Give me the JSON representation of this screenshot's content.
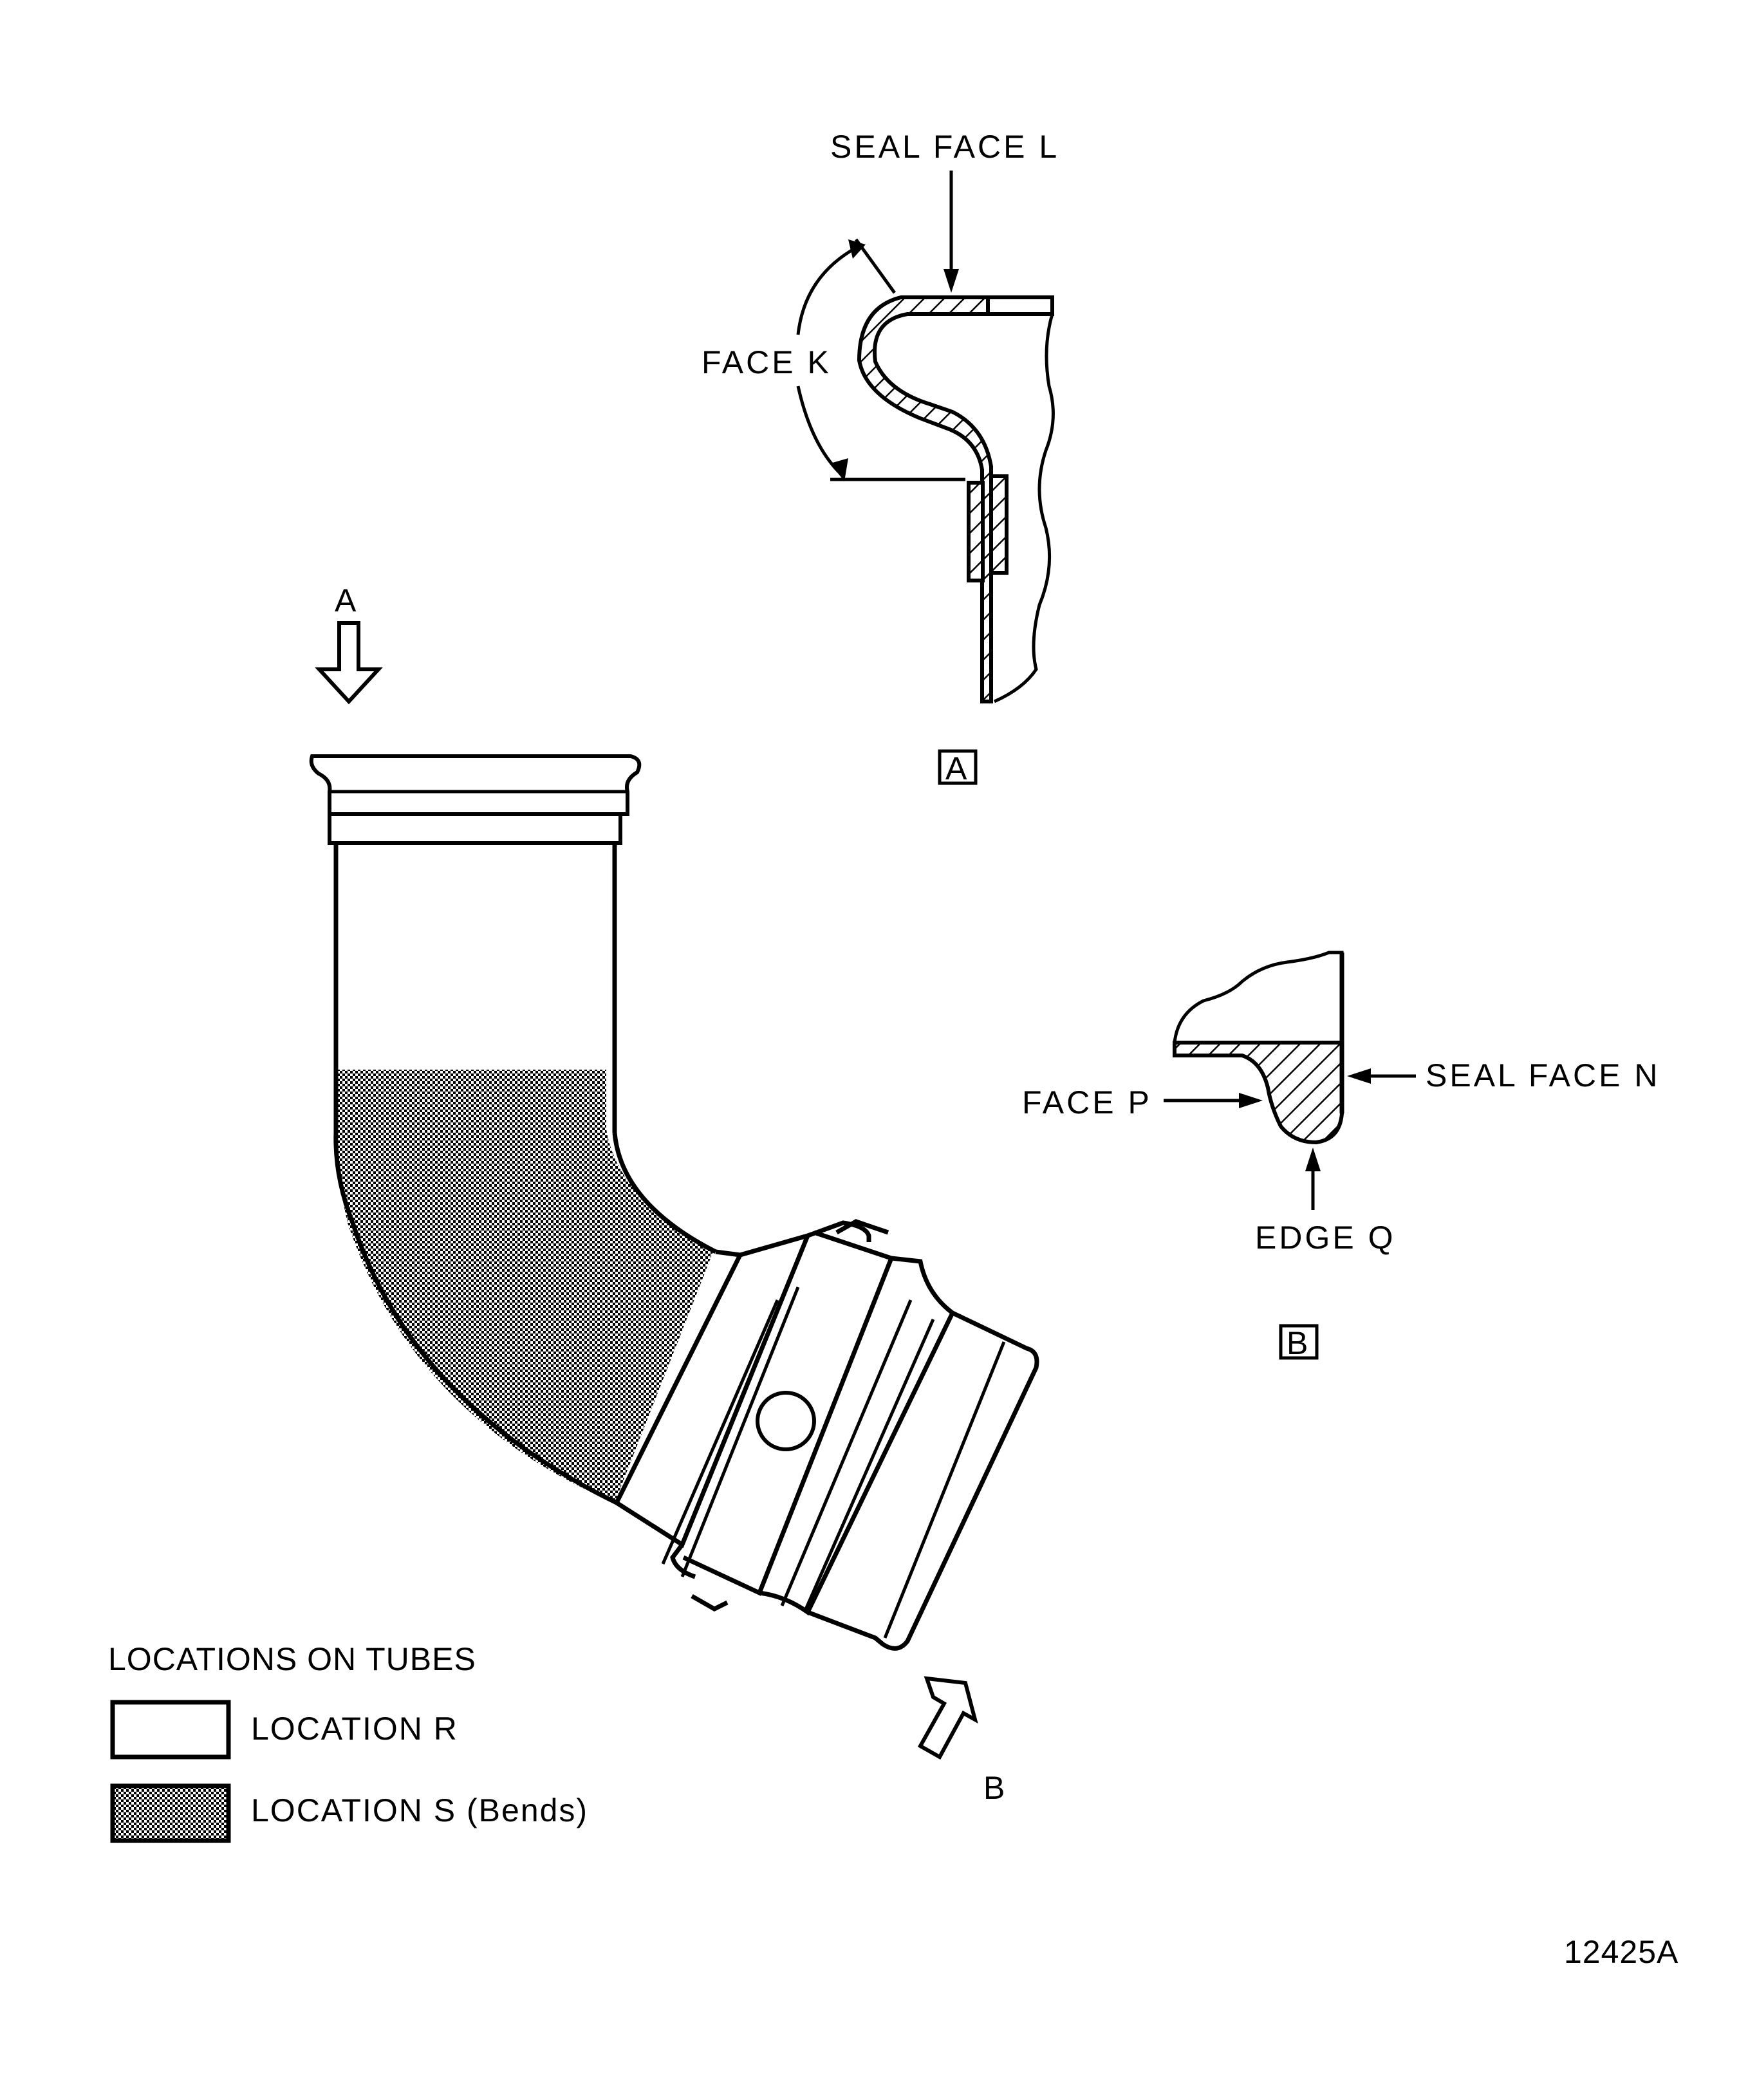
{
  "detail_a": {
    "seal_face_l": "SEAL FACE L",
    "face_k": "FACE K",
    "tag": "A"
  },
  "detail_b": {
    "face_p": "FACE P",
    "seal_face_n": "SEAL FACE N",
    "edge_q": "EDGE Q",
    "tag": "B"
  },
  "view_arrows": {
    "a": "A",
    "b": "B"
  },
  "legend": {
    "title": "LOCATIONS ON TUBES",
    "items": [
      {
        "label": "LOCATION R",
        "fill": "plain"
      },
      {
        "label": "LOCATION S (Bends)",
        "fill": "stipple"
      }
    ]
  },
  "figure_number": "12425A",
  "colors": {
    "ink": "#000000",
    "paper": "#ffffff"
  }
}
